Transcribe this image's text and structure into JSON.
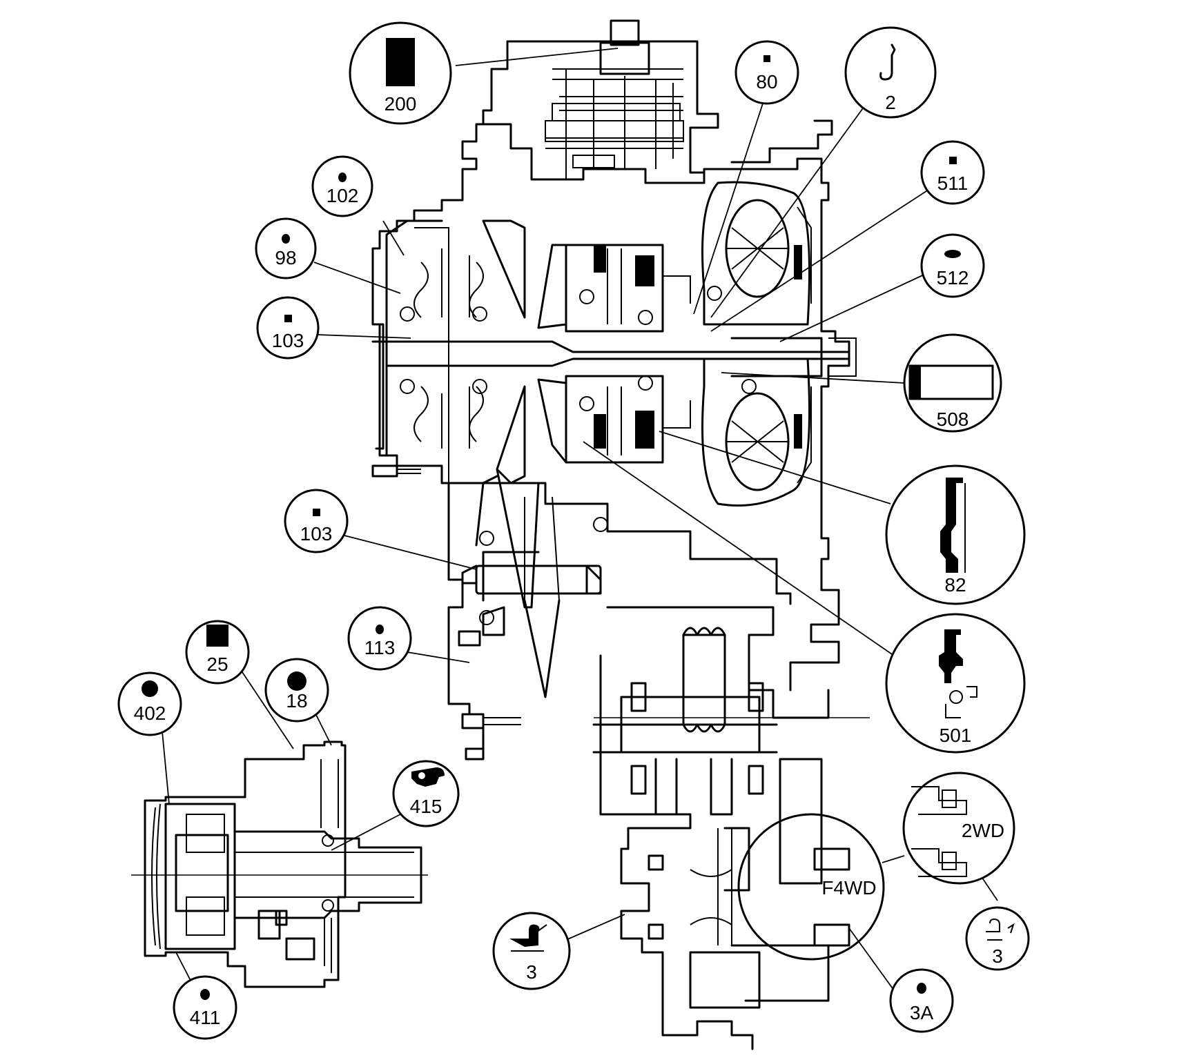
{
  "labels": {
    "c200": "200",
    "c80": "80",
    "c2": "2",
    "c102": "102",
    "c511": "511",
    "c98": "98",
    "c512": "512",
    "c103a": "103",
    "c508": "508",
    "c103b": "103",
    "c82": "82",
    "c25": "25",
    "c18": "18",
    "c402": "402",
    "c113": "113",
    "c501": "501",
    "c415": "415",
    "c2wd": "3",
    "c3": "3",
    "c3a": "3A",
    "c411": "411"
  },
  "annotations": {
    "f4wd": "F4WD",
    "twowd": "2WD"
  },
  "colors": {
    "line": "#000000",
    "background": "#ffffff"
  }
}
